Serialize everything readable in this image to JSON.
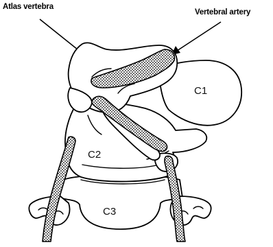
{
  "callouts": {
    "atlas_vertebra": "Atlas vertebra",
    "vertebral_artery": "Vertebral artery"
  },
  "vertebrae": {
    "c1": "C1",
    "c2": "C2",
    "c3": "C3"
  },
  "colors": {
    "ink": "#000000",
    "background": "#ffffff",
    "artery_fill": "#555555"
  }
}
